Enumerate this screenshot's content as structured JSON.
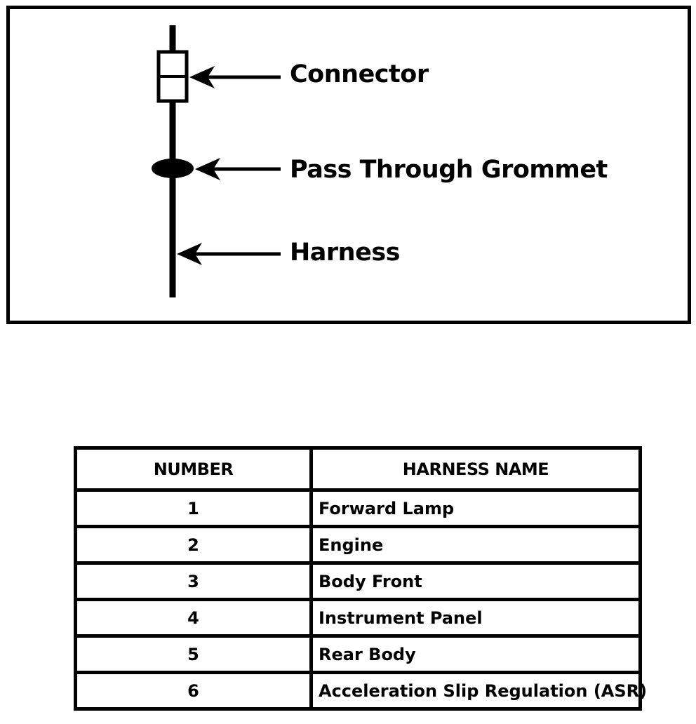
{
  "legend": {
    "connector_label": "Connector",
    "grommet_label": "Pass Through Grommet",
    "harness_label": "Harness"
  },
  "table": {
    "headers": [
      "NUMBER",
      "HARNESS NAME"
    ],
    "rows": [
      {
        "number": "1",
        "name": "Forward Lamp"
      },
      {
        "number": "2",
        "name": "Engine"
      },
      {
        "number": "3",
        "name": "Body Front"
      },
      {
        "number": "4",
        "name": "Instrument Panel"
      },
      {
        "number": "5",
        "name": "Rear Body"
      },
      {
        "number": "6",
        "name": "Acceleration Slip Regulation (ASR)"
      }
    ]
  },
  "colors": {
    "ink": "#000000",
    "background": "#ffffff"
  }
}
